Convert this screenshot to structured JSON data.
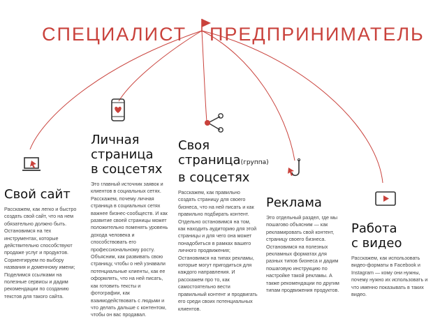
{
  "header": {
    "left_word": "СПЕЦИАЛИСТ",
    "right_word": "ПРЕДПРИНИМАТЕЛЬ"
  },
  "colors": {
    "accent": "#c9423c",
    "text": "#222222",
    "body_text": "#444444",
    "icon_stroke": "#333333"
  },
  "columns": [
    {
      "id": "site",
      "icon": "laptop-cursor-icon",
      "title_lines": [
        "Свой сайт"
      ],
      "title_sub": "",
      "description": "Расскажем, как легко и быстро создать свой сайт, что на нем обязательно должно быть. Остановимся на тех инструментах, которые действительно способствуют продаже услуг и продуктов. Сориентируем по выбору названия и доменному имени; Поделимся ссылками на полезные сервисы и дадим рекомендации по созданию текстов для такого сайта."
    },
    {
      "id": "personal",
      "icon": "phone-heart-icon",
      "title_lines": [
        "Личная",
        "страница",
        "в соцсетях"
      ],
      "title_sub": "",
      "description": "Это главный источник заявок и клиентов в социальных сетях. Расскажем, почему личная страница в социальных сетях важнее бизнес-сообществ. И как развитие своей страницы может положительно поменять уровень дохода человека и способствовать его профессиональному росту. Объясним, как развивать свою страницу, чтобы о ней узнавали потенциальные клиенты, как ее оформлять, что на ней писать, как готовить тексты и фотографии, как взаимодействовать с людьми и что делать дальше с контентом, чтобы он вас продавал."
    },
    {
      "id": "group",
      "icon": "share-icon",
      "title_lines": [
        "Своя",
        "страница",
        "в соцсетях"
      ],
      "title_sub": "(группа)",
      "description": "Расскажем, как правильно создать страницу для своего бизнеса, что на ней писать и как правильно подбирать контент. Отдельно остановимся на том, как находить аудиторию для этой страницы и для чего она может понадобиться в рамках вашего личного продвижения; Остановимся на типах рекламы, которые могут пригодиться для каждого направления. И расскажем про то, как самостоятельно вести правильный контент и продвигать его среди своих потенциальных клиентов."
    },
    {
      "id": "ads",
      "icon": "fishhook-cursor-icon",
      "title_lines": [
        "Реклама"
      ],
      "title_sub": "",
      "description": "Это отдельный раздел, где мы пошагово объясним — как рекламировать свой контент, страницу своего бизнеса. Остановимся на полезных рекламных форматах для разных типов бизнеса и дадим пошаговую инструкцию по настройке такой рекламы. А также рекомендации по другим типам продвижения продуктов."
    },
    {
      "id": "video",
      "icon": "video-play-icon",
      "title_lines": [
        "Работа",
        "с видео"
      ],
      "title_sub": "",
      "description": "Расскажем, как использовать видео-форматы в Facebook и Instagram — кому они нужны, почему нужно их использовать и что именно показывать в таких видео."
    }
  ]
}
